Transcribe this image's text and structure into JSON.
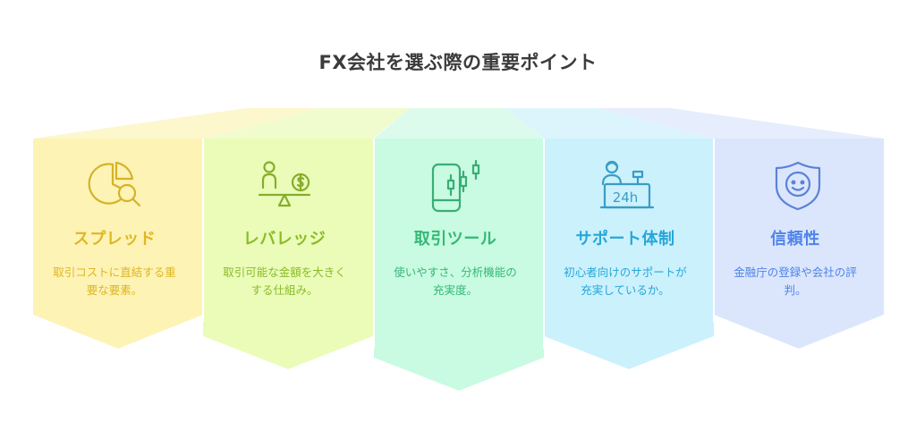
{
  "title": "FX会社を選ぶ際の重要ポイント",
  "cards": [
    {
      "title": "スプレッド",
      "desc": "取引コストに直結する重要な要素。",
      "icon": "pie-chart-magnifier-icon",
      "colors": {
        "fill": "#fdf3b5",
        "top": "#fdf7cd",
        "accent": "#e0b623",
        "icon": "#d4b22a"
      }
    },
    {
      "title": "レバレッジ",
      "desc": "取引可能な金額を大きくする仕組み。",
      "icon": "person-money-balance-icon",
      "colors": {
        "fill": "#eafcb8",
        "top": "#f1fcce",
        "accent": "#8bbb28",
        "icon": "#86ad2a"
      }
    },
    {
      "title": "取引ツール",
      "desc": "使いやすさ、分析機能の充実度。",
      "icon": "smartphone-chart-icon",
      "colors": {
        "fill": "#c8fbe1",
        "top": "#dcfbec",
        "accent": "#35b877",
        "icon": "#3aad76"
      }
    },
    {
      "title": "サポート体制",
      "desc": "初心者向けのサポートが充実しているか。",
      "icon": "support-desk-24h-icon",
      "colors": {
        "fill": "#cbf1fd",
        "top": "#dcf5fd",
        "accent": "#27a7d6",
        "icon": "#3a9cc4"
      }
    },
    {
      "title": "信頼性",
      "desc": "金融庁の登録や会社の評判。",
      "icon": "trust-shield-icon",
      "colors": {
        "fill": "#dbe6fd",
        "top": "#e6edfd",
        "accent": "#4f83e8",
        "icon": "#5b82d6"
      }
    }
  ]
}
